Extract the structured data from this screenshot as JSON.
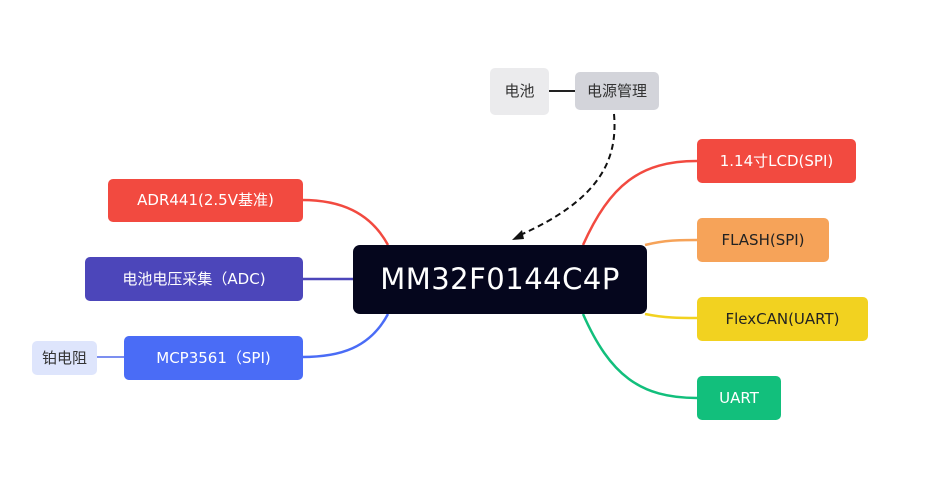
{
  "center": {
    "label": "MM32F0144C4P"
  },
  "right": [
    {
      "label": "1.14寸LCD(SPI)",
      "color": "#f24a40"
    },
    {
      "label": "FLASH(SPI)",
      "color": "#f6a359"
    },
    {
      "label": "FlexCAN(UART)",
      "color": "#f2d220"
    },
    {
      "label": "UART",
      "color": "#12bf7c"
    }
  ],
  "left": [
    {
      "label": "ADR441(2.5V基准)",
      "color": "#f24a40"
    },
    {
      "label": "电池电压采集（ADC)",
      "color": "#4c46ba"
    },
    {
      "label": "MCP3561（SPI)",
      "color": "#4a6cf6"
    }
  ],
  "extra": {
    "platinum": "铂电阻",
    "power": "电源管理",
    "battery": "电池"
  }
}
